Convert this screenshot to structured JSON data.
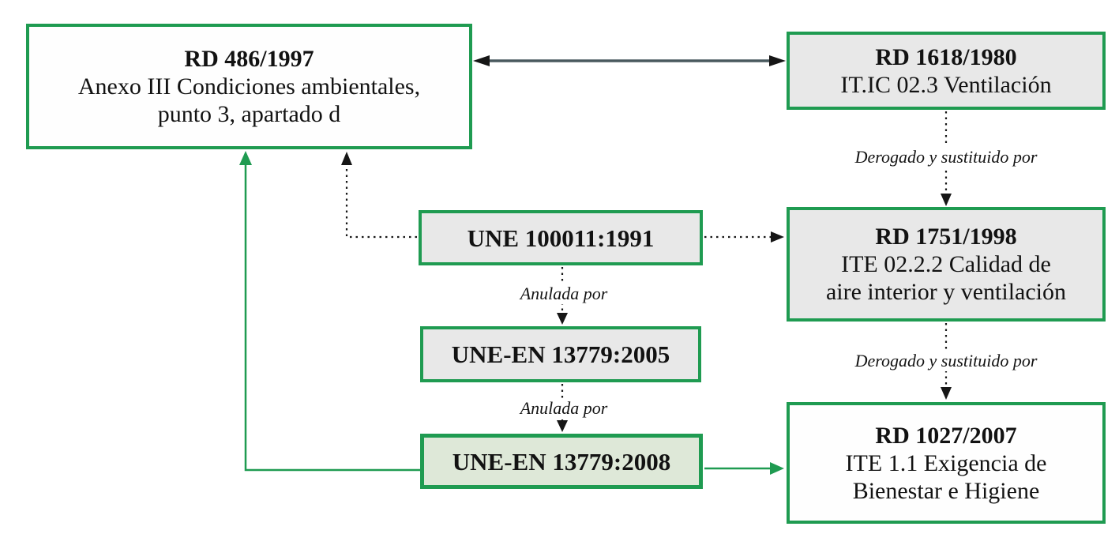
{
  "diagram": {
    "title_hint": "Relationship diagram of Spanish ventilation regulations and UNE standards",
    "boxes": {
      "rd486": {
        "lines": [
          "RD 486/1997",
          "Anexo III Condiciones ambientales,",
          "punto 3, apartado d"
        ]
      },
      "rd1618": {
        "lines": [
          "RD 1618/1980",
          "IT.IC 02.3 Ventilación"
        ]
      },
      "une1991": {
        "lines": [
          "UNE 100011:1991"
        ]
      },
      "rd1751": {
        "lines": [
          "RD 1751/1998",
          "ITE 02.2.2 Calidad de",
          "aire interior y ventilación"
        ]
      },
      "une2005": {
        "lines": [
          "UNE-EN 13779:2005"
        ]
      },
      "une2008": {
        "lines": [
          "UNE-EN 13779:2008"
        ]
      },
      "rd1027": {
        "lines": [
          "RD 1027/2007",
          "ITE 1.1 Exigencia de",
          "Bienestar e Higiene"
        ]
      }
    },
    "labels": {
      "rd1618_to_rd1751": "Derogado y sustituido por",
      "une1991_to_une2005": "Anulada por",
      "une2005_to_une2008": "Anulada por",
      "rd1751_to_rd1027": "Derogado y sustituido por"
    },
    "colors": {
      "green": "#1f9b51",
      "dark_line": "#49595e",
      "black": "#161616",
      "box_gray": "#e8e8e8",
      "box_light_green": "#dee8d8",
      "box_white": "#fefefe",
      "text": "#121212"
    }
  }
}
